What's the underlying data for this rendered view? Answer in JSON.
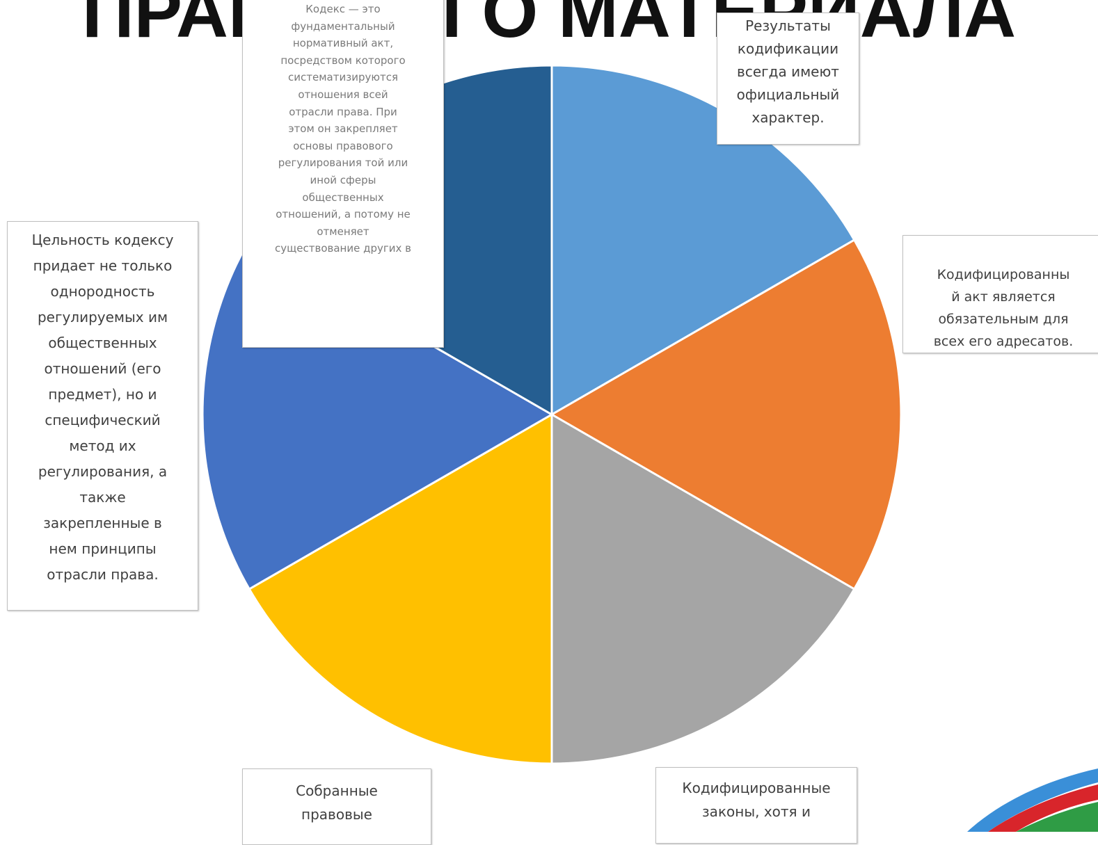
{
  "title": "ПРАВОВОГО МАТЕРИАЛА",
  "chart_data": {
    "type": "pie",
    "values": [
      1,
      1,
      1,
      1,
      1,
      1
    ],
    "categories": [
      "Результаты кодификации всегда имеют официальный характер.",
      "Кодифицированный акт является обязательным для всех его адресатов.",
      "Кодифицированные законы, хотя и",
      "Собранные правовые",
      "Цельность кодексу придает не только однородность регулируемых им общественных отношений (его предмет), но и специфический метод их регулирования, а также закрепленные в нем принципы отрасли права.",
      "Кодекс — это фундаментальный нормативный акт, посредством которого систематизируются отношения всей отрасли права. При этом он закрепляет основы правового регулирования той или иной сферы общественных отношений, а потому не отменяет существование других в"
    ],
    "label_lines": [
      [
        "Результаты",
        "кодификации",
        "всегда имеют",
        "официальный",
        "характер."
      ],
      [
        "Кодифицированны",
        "й акт является",
        "обязательным для",
        "всех его адресатов."
      ],
      [
        "Кодифицированные",
        "законы, хотя и"
      ],
      [
        "Собранные",
        "правовые"
      ],
      [
        "Цельность кодексу",
        "придает не только",
        "однородность",
        "регулируемых им",
        "общественных",
        "отношений (его",
        "предмет), но и",
        "специфический",
        "метод их",
        "регулирования, а",
        "также",
        "закрепленные в",
        "нем принципы",
        "отрасли права."
      ],
      [
        "Кодекс — это",
        "фундаментальный",
        "нормативный акт,",
        "посредством которого",
        "систематизируются",
        "отношения всей",
        "отрасли права. При",
        "этом он закрепляет",
        "основы правового",
        "регулирования той или",
        "иной сферы",
        "общественных",
        "отношений, а потому не",
        "отменяет",
        "существование других в"
      ]
    ],
    "colors": [
      "#5b9bd5",
      "#ed7d31",
      "#a5a5a5",
      "#ffc000",
      "#4472c4",
      "#255e91"
    ],
    "legend": "none",
    "start_angle_deg": 0,
    "direction": "clockwise"
  },
  "decor": {
    "flag_colors": [
      "#3a8fd8",
      "#d8252b",
      "#2f9c45"
    ]
  }
}
